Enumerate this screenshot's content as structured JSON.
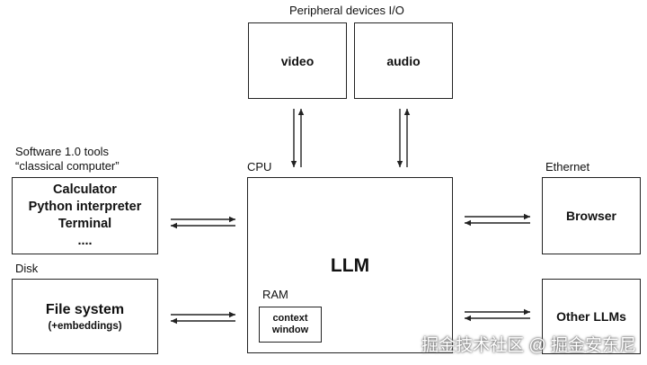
{
  "labels": {
    "peripheral": "Peripheral devices I/O",
    "software_line1": "Software 1.0 tools",
    "software_line2": "“classical computer”",
    "cpu": "CPU",
    "ethernet": "Ethernet",
    "disk": "Disk"
  },
  "boxes": {
    "video": "video",
    "audio": "audio",
    "tools": [
      "Calculator",
      "Python interpreter",
      "Terminal",
      "...."
    ],
    "llm": "LLM",
    "ram": "RAM",
    "context_line1": "context",
    "context_line2": "window",
    "browser": "Browser",
    "filesystem_title": "File system",
    "filesystem_sub": "(+embeddings)",
    "other_llms": "Other LLMs"
  },
  "watermark": "掘金技术社区 @ 掘金安东尼"
}
